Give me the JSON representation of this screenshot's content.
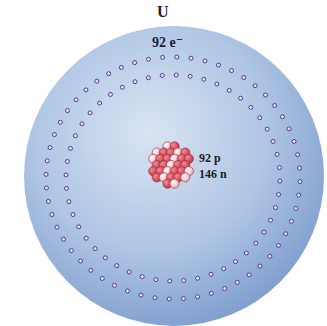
{
  "diagram": {
    "title": "U",
    "labels": [
      "92 e⁻",
      "92 p",
      "146 n"
    ]
  }
}
